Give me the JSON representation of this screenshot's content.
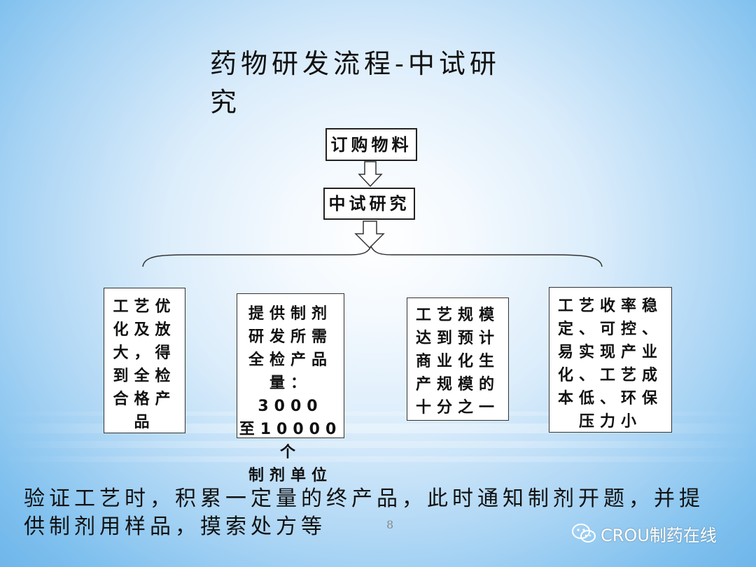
{
  "title": "药物研发流程-中试研究",
  "flow": {
    "step1": "订购物料",
    "step2": "中试研究"
  },
  "outcomes": [
    "工艺优\n化及放\n大，得\n到全检\n合格产\n品",
    "提供制剂\n研发所需\n全检产品\n量：3000\n至10000个\n制剂单位",
    "工艺规模\n达到预计\n商业化生\n产规模的\n十分之一",
    "工艺收率稳\n定、可控、\n易实现产业\n化、工艺成\n本低、环保\n压力小"
  ],
  "note": "验证工艺时，积累一定量的终产品，此时通知制剂开题，并提供制剂用样品，摸索处方等",
  "page_number": "8",
  "watermark": {
    "icon": "wechat-icon",
    "text": "CROU制药在线"
  }
}
